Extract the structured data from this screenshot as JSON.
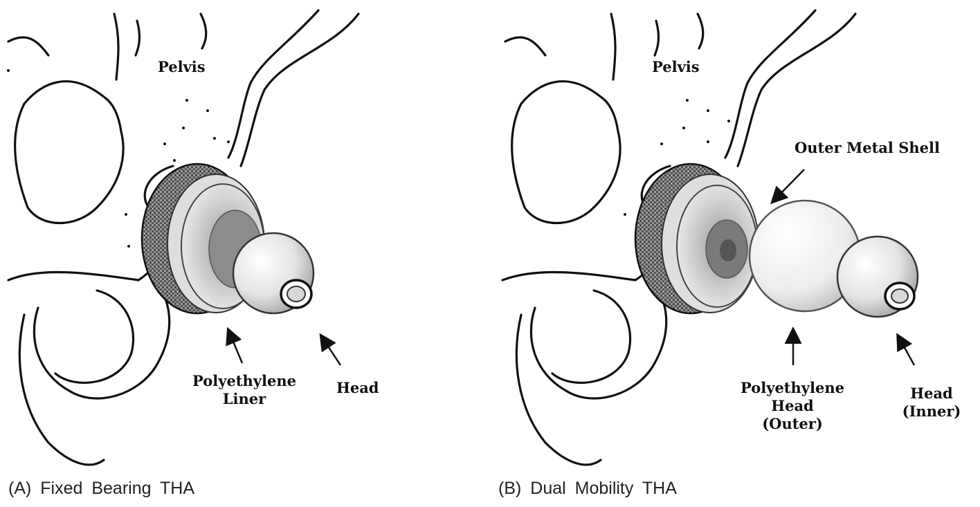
{
  "panel_a": {
    "caption": "(A) Fixed Bearing THA",
    "labels": {
      "pelvis": "Pelvis",
      "liner_line1": "Polyethylene",
      "liner_line2": "Liner",
      "head": "Head"
    }
  },
  "panel_b": {
    "caption": "(B) Dual Mobility THA",
    "labels": {
      "pelvis": "Pelvis",
      "shell": "Outer Metal Shell",
      "pe_head_line1": "Polyethylene",
      "pe_head_line2": "Head",
      "pe_head_line3": "(Outer)",
      "inner_head_line1": "Head",
      "inner_head_line2": "(Inner)"
    }
  }
}
